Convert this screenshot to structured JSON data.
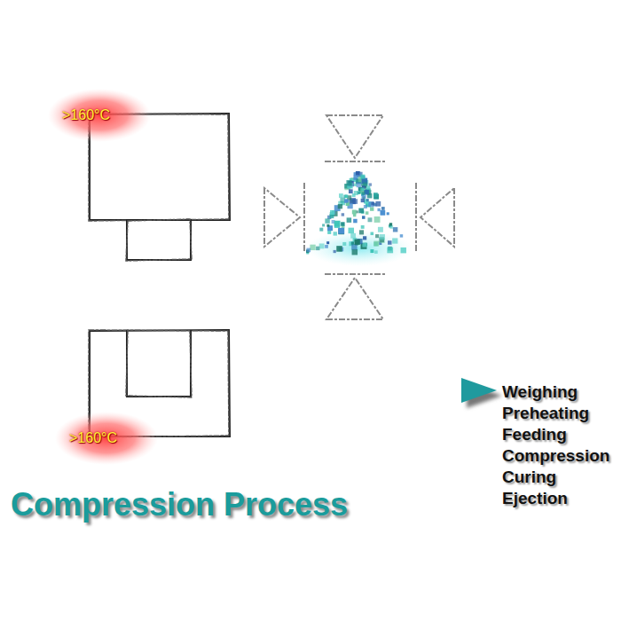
{
  "diagram": {
    "title": "Compression Process",
    "labels": [
      ">160°C",
      ">160°C",
      "Weighing",
      "Preheating",
      "Feeding",
      "Compression",
      "Curing",
      "Ejection"
    ]
  }
}
